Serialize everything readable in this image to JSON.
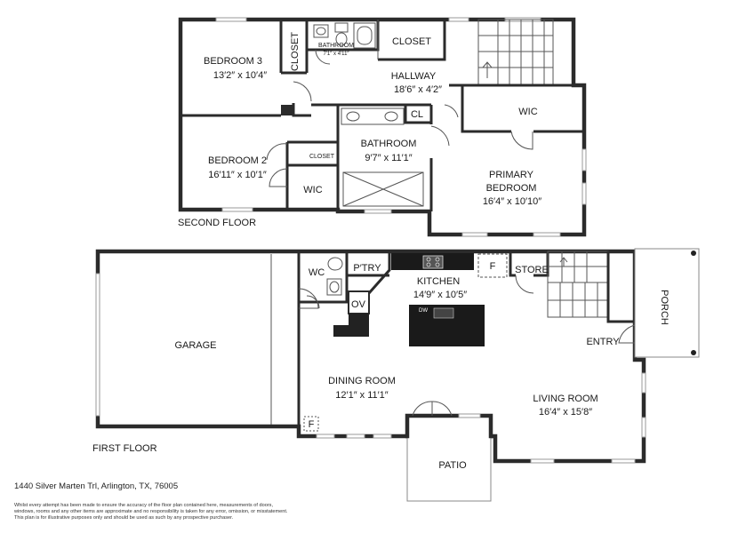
{
  "floors": {
    "second": "SECOND FLOOR",
    "first": "FIRST FLOOR"
  },
  "rooms": {
    "bedroom3": {
      "name": "BEDROOM 3",
      "dims": "13′2″ x 10′4″"
    },
    "closet_vertical": {
      "name": "CLOSET"
    },
    "bathroom_small": {
      "name": "BATHROOM",
      "dims": "7′1″ x 4′11″"
    },
    "closet_top": {
      "name": "CLOSET"
    },
    "hallway": {
      "name": "HALLWAY",
      "dims": "18′6″ x 4′2″"
    },
    "cl": {
      "name": "CL"
    },
    "wic_primary": {
      "name": "WIC"
    },
    "bedroom2": {
      "name": "BEDROOM 2",
      "dims": "16′11″ x 10′1″"
    },
    "closet_small": {
      "name": "CLOSET"
    },
    "bathroom": {
      "name": "BATHROOM",
      "dims": "9′7″ x 11′1″"
    },
    "wic": {
      "name": "WIC"
    },
    "primary_bedroom": {
      "name1": "PRIMARY",
      "name2": "BEDROOM",
      "dims": "16′4″ x 10′10″"
    },
    "garage": {
      "name": "GARAGE"
    },
    "wc": {
      "name": "WC"
    },
    "pantry": {
      "name": "P′TRY"
    },
    "oven": {
      "name": "OV"
    },
    "kitchen": {
      "name": "KITCHEN",
      "dims": "14′9″ x 10′5″"
    },
    "dw": {
      "name": "DW"
    },
    "fridge": {
      "name": "F"
    },
    "fireplace": {
      "name": "F"
    },
    "store": {
      "name": "STORE"
    },
    "porch": {
      "name": "PORCH"
    },
    "entry": {
      "name": "ENTRY"
    },
    "dining": {
      "name": "DINING ROOM",
      "dims": "12′1″ x 11′1″"
    },
    "living": {
      "name": "LIVING ROOM",
      "dims": "16′4″ x 15′8″"
    },
    "patio": {
      "name": "PATIO"
    }
  },
  "address": "1440 Silver Marten Trl, Arlington, TX, 76005",
  "disclaimer": [
    "Whilst every attempt has been made to ensure the accuracy of the floor plan contained here, measurements of doors,",
    "windows, rooms and any other items are approximate and no responsibility is taken for any error, omission, or misstatement.",
    "This plan is for illustrative purposes only and should be used as such by any prospective purchaser."
  ],
  "colors": {
    "wall": "#2b2b2b",
    "fixture": "#1a1a1a",
    "background": "#ffffff"
  }
}
